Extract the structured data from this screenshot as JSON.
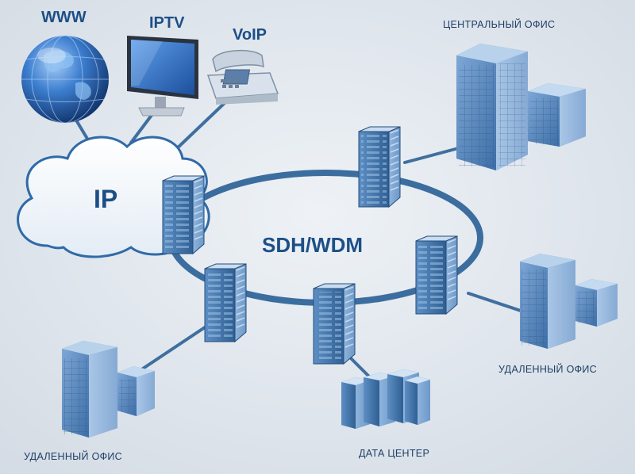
{
  "labels": {
    "www": "WWW",
    "iptv": "IPTV",
    "voip": "VoIP",
    "ip": "IP",
    "ring": "SDH/WDM",
    "central_office": "ЦЕНТРАЛЬНЫЙ ОФИС",
    "remote_office_right": "УДАЛЕННЫЙ ОФИС",
    "remote_office_left": "УДАЛЕННЫЙ ОФИС",
    "data_center": "ДАТА ЦЕНТЕР"
  },
  "colors": {
    "background": "#dfe5ec",
    "link": "#3f6f9f",
    "ring": "#3c6d9f",
    "device": "#3b6fa6",
    "label": "#1d4f86"
  }
}
